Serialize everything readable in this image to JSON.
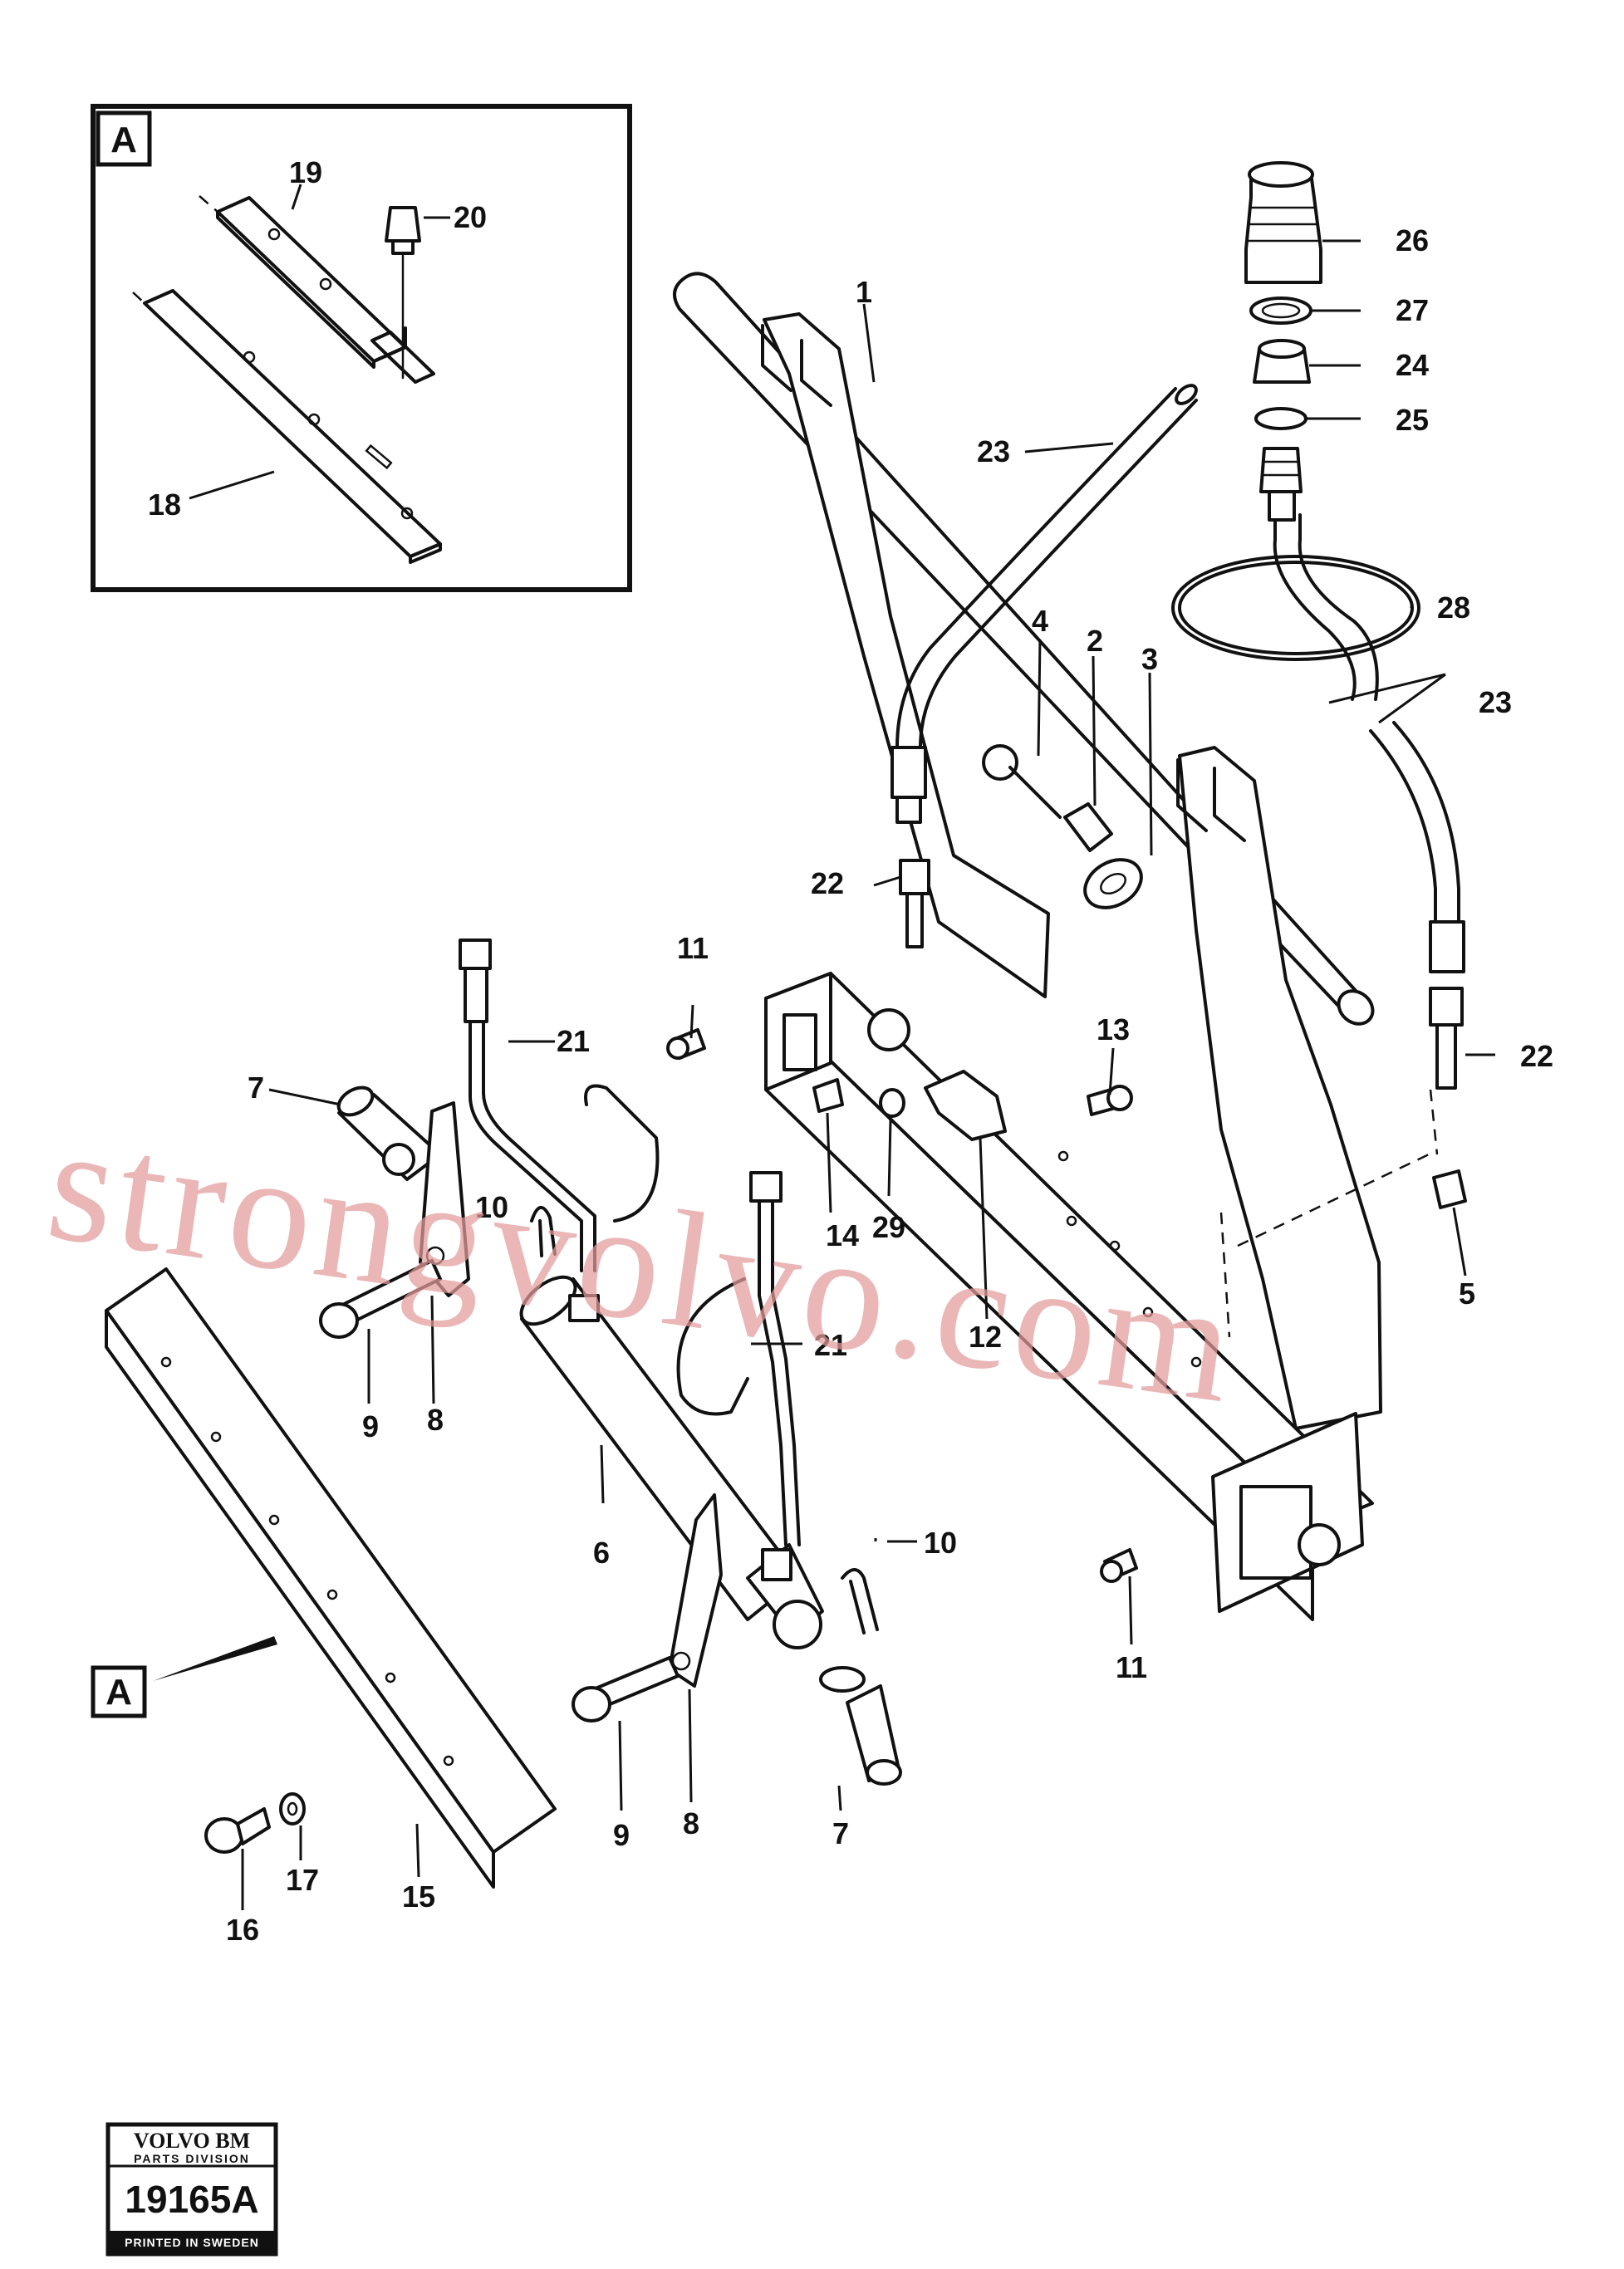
{
  "watermark": "strongvolvo.com",
  "inset": {
    "letter": "A"
  },
  "detail_marker": {
    "letter": "A"
  },
  "stamp": {
    "brand": "VOLVO BM",
    "division": "PARTS DIVISION",
    "number": "19165A",
    "printed": "PRINTED IN SWEDEN"
  },
  "callouts": {
    "c1": "1",
    "c2": "2",
    "c3": "3",
    "c4": "4",
    "c5": "5",
    "c6": "6",
    "c7a": "7",
    "c7b": "7",
    "c8a": "8",
    "c8b": "8",
    "c9a": "9",
    "c9b": "9",
    "c10a": "10",
    "c10b": "10",
    "c11a": "11",
    "c11b": "11",
    "c12": "12",
    "c13": "13",
    "c14": "14",
    "c15": "15",
    "c16": "16",
    "c17": "17",
    "c18": "18",
    "c19": "19",
    "c20": "20",
    "c21a": "21",
    "c21b": "21",
    "c22a": "22",
    "c22b": "22",
    "c23a": "23",
    "c23b": "23",
    "c24": "24",
    "c25": "25",
    "c26": "26",
    "c27": "27",
    "c28": "28",
    "c29": "29"
  }
}
